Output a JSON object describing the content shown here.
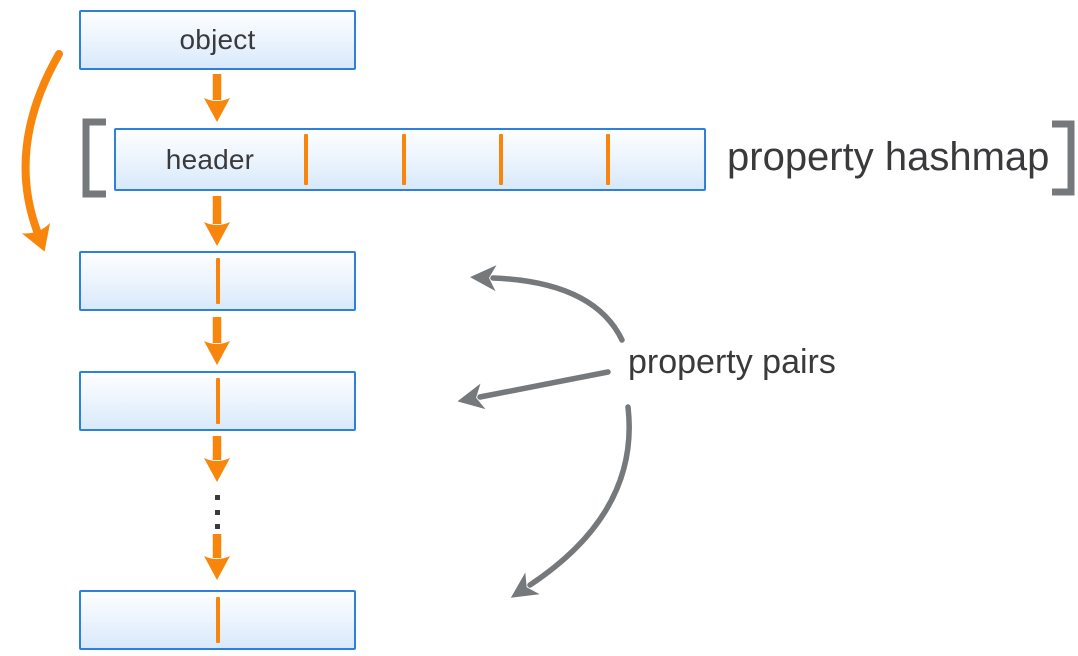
{
  "object_box": {
    "label": "object"
  },
  "hashmap": {
    "header_label": "header",
    "label": "property hashmap",
    "cell_count": 5,
    "divider_count": 4
  },
  "property_pairs": {
    "label": "property pairs",
    "visible_box_count": 3,
    "ellipsis_dot_count": 3
  },
  "colors": {
    "orange_accent": "#F8860D",
    "box_border_blue": "#2E81DB",
    "box_fill_top": "#FDFEFF",
    "box_fill_bottom": "#D8E9FB",
    "gray_annotation": "#75797C",
    "text": "#3A3A3C",
    "background": "#FFFFFF"
  }
}
